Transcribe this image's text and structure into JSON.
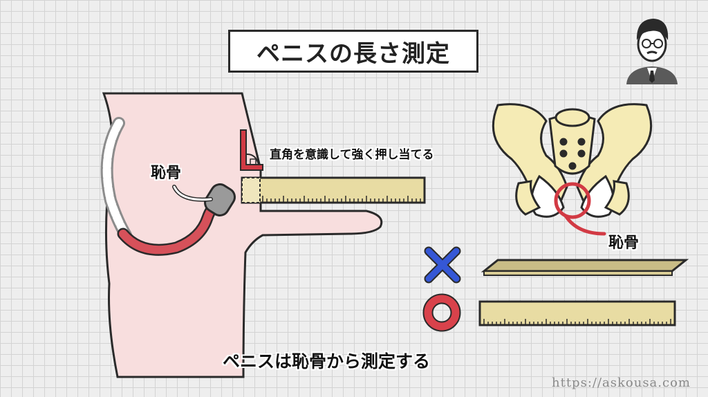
{
  "title": "ペニスの長さ測定",
  "labels": {
    "pubic_bone_left": "恥骨",
    "pubic_bone_right": "恥骨",
    "right_angle_tip": "直角を意識して強く押し当てる",
    "caption": "ペニスは恥骨から測定する"
  },
  "marks": {
    "wrong": "✕",
    "right": "〇"
  },
  "watermark": "https://askousa.com",
  "icons": [
    "author-avatar-icon",
    "right-angle-ruler-icon",
    "cross-mark-icon",
    "circle-mark-icon"
  ],
  "colors": {
    "skin": "#f8dede",
    "outline": "#2a2a2a",
    "bone": "#f5ebb5",
    "ruler": "#e8dca3",
    "red": "#d9424b",
    "blue": "#3557d6",
    "urethra": "#d6515a"
  }
}
